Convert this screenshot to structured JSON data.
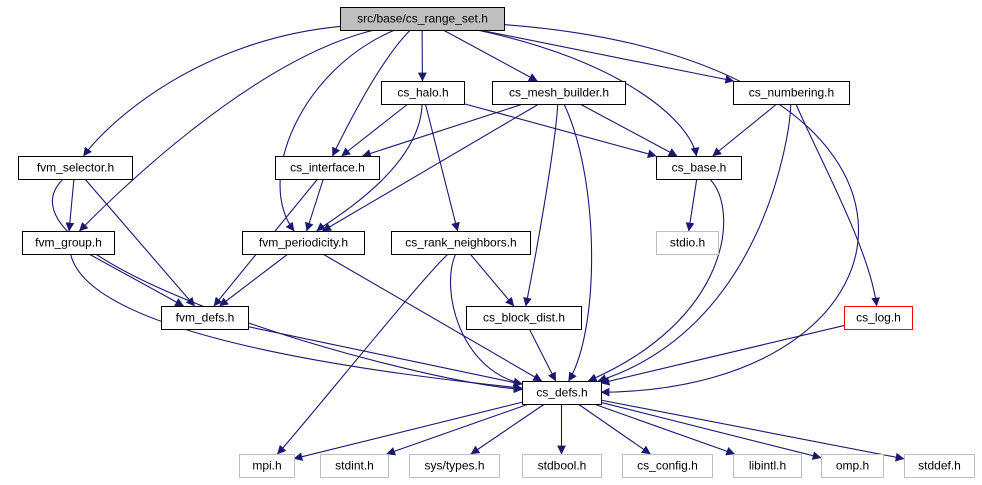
{
  "colors": {
    "edge": "#191970",
    "node_border": "#000000",
    "root_fill": "#bfbfbf",
    "node_fill": "#ffffff",
    "external_border": "#bfbfbf",
    "missing_border": "#ff0000"
  },
  "nodes": [
    {
      "id": "root",
      "label": "src/base/cs_range_set.h",
      "kind": "root"
    },
    {
      "id": "fvm_selector",
      "label": "fvm_selector.h",
      "kind": "internal"
    },
    {
      "id": "cs_halo",
      "label": "cs_halo.h",
      "kind": "internal"
    },
    {
      "id": "cs_mesh_builder",
      "label": "cs_mesh_builder.h",
      "kind": "internal"
    },
    {
      "id": "cs_numbering",
      "label": "cs_numbering.h",
      "kind": "internal"
    },
    {
      "id": "cs_interface",
      "label": "cs_interface.h",
      "kind": "internal"
    },
    {
      "id": "cs_base",
      "label": "cs_base.h",
      "kind": "internal"
    },
    {
      "id": "fvm_group",
      "label": "fvm_group.h",
      "kind": "internal"
    },
    {
      "id": "fvm_periodicity",
      "label": "fvm_periodicity.h",
      "kind": "internal"
    },
    {
      "id": "cs_rank_neighbors",
      "label": "cs_rank_neighbors.h",
      "kind": "internal"
    },
    {
      "id": "stdio",
      "label": "stdio.h",
      "kind": "external"
    },
    {
      "id": "fvm_defs",
      "label": "fvm_defs.h",
      "kind": "internal"
    },
    {
      "id": "cs_block_dist",
      "label": "cs_block_dist.h",
      "kind": "internal"
    },
    {
      "id": "cs_log",
      "label": "cs_log.h",
      "kind": "missing"
    },
    {
      "id": "cs_defs",
      "label": "cs_defs.h",
      "kind": "internal"
    },
    {
      "id": "mpi",
      "label": "mpi.h",
      "kind": "external"
    },
    {
      "id": "stdint",
      "label": "stdint.h",
      "kind": "external"
    },
    {
      "id": "sys_types",
      "label": "sys/types.h",
      "kind": "external"
    },
    {
      "id": "stdbool",
      "label": "stdbool.h",
      "kind": "external"
    },
    {
      "id": "cs_config",
      "label": "cs_config.h",
      "kind": "external"
    },
    {
      "id": "libintl",
      "label": "libintl.h",
      "kind": "external"
    },
    {
      "id": "omp",
      "label": "omp.h",
      "kind": "external"
    },
    {
      "id": "stddef",
      "label": "stddef.h",
      "kind": "external"
    }
  ],
  "edges": [
    [
      "root",
      "fvm_selector"
    ],
    [
      "root",
      "fvm_group"
    ],
    [
      "root",
      "fvm_periodicity"
    ],
    [
      "root",
      "cs_interface"
    ],
    [
      "root",
      "cs_halo"
    ],
    [
      "root",
      "cs_mesh_builder"
    ],
    [
      "root",
      "cs_numbering"
    ],
    [
      "root",
      "cs_base"
    ],
    [
      "root",
      "cs_defs"
    ],
    [
      "fvm_selector",
      "fvm_group"
    ],
    [
      "fvm_selector",
      "fvm_defs"
    ],
    [
      "fvm_selector",
      "cs_defs"
    ],
    [
      "fvm_group",
      "fvm_defs"
    ],
    [
      "fvm_group",
      "cs_defs"
    ],
    [
      "cs_halo",
      "cs_interface"
    ],
    [
      "cs_halo",
      "fvm_periodicity"
    ],
    [
      "cs_halo",
      "cs_rank_neighbors"
    ],
    [
      "cs_halo",
      "cs_base"
    ],
    [
      "cs_mesh_builder",
      "cs_interface"
    ],
    [
      "cs_mesh_builder",
      "fvm_periodicity"
    ],
    [
      "cs_mesh_builder",
      "cs_base"
    ],
    [
      "cs_mesh_builder",
      "cs_block_dist"
    ],
    [
      "cs_mesh_builder",
      "cs_defs"
    ],
    [
      "cs_numbering",
      "cs_base"
    ],
    [
      "cs_numbering",
      "cs_log"
    ],
    [
      "cs_numbering",
      "cs_defs"
    ],
    [
      "cs_interface",
      "fvm_periodicity"
    ],
    [
      "cs_interface",
      "fvm_defs"
    ],
    [
      "cs_base",
      "stdio"
    ],
    [
      "cs_base",
      "cs_defs"
    ],
    [
      "fvm_periodicity",
      "fvm_defs"
    ],
    [
      "fvm_periodicity",
      "cs_defs"
    ],
    [
      "cs_rank_neighbors",
      "cs_block_dist"
    ],
    [
      "cs_rank_neighbors",
      "cs_defs"
    ],
    [
      "cs_rank_neighbors",
      "mpi"
    ],
    [
      "fvm_defs",
      "cs_defs"
    ],
    [
      "cs_block_dist",
      "cs_defs"
    ],
    [
      "cs_log",
      "cs_defs"
    ],
    [
      "cs_defs",
      "mpi"
    ],
    [
      "cs_defs",
      "stdint"
    ],
    [
      "cs_defs",
      "sys_types"
    ],
    [
      "cs_defs",
      "stdbool"
    ],
    [
      "cs_defs",
      "cs_config"
    ],
    [
      "cs_defs",
      "libintl"
    ],
    [
      "cs_defs",
      "omp"
    ],
    [
      "cs_defs",
      "stddef"
    ]
  ]
}
